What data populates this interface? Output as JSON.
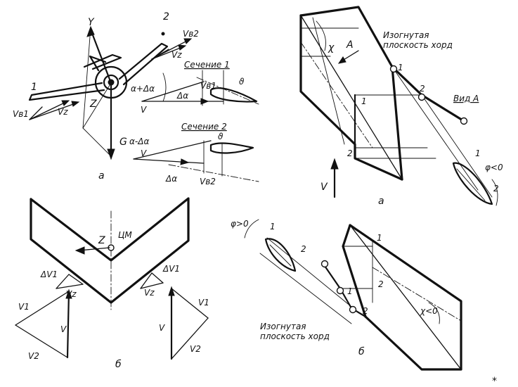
{
  "labels": {
    "y_axis": "Y",
    "z_axis": "Z",
    "g_force": "G",
    "wing_tip_1": "1",
    "wing_tip_2": "2",
    "v_b1": "Vв1",
    "v_b2": "Vв2",
    "v_z": "Vz",
    "v": "V",
    "section_1": "Сечение 1",
    "section_2": "Сечение 2",
    "alpha_plus": "α+Δα",
    "alpha_minus": "α-Δα",
    "delta_alpha": "Δα",
    "delta_angle": "ϑ",
    "fig_a": "а",
    "fig_b": "б",
    "cm": "ЦМ",
    "delta_v1": "ΔV1",
    "v1": "V1",
    "v2": "V2",
    "bent_plane": "Изогнутая\nплоскость хорд",
    "bent_plane_line1": "Изогнутая",
    "bent_plane_line2": "плоскость хорд",
    "view_a": "Вид А",
    "arrow_a": "A",
    "chi": "χ",
    "chi_neg": "χ<0",
    "phi_neg": "φ<0",
    "phi_pos": "φ>0",
    "star": "*"
  }
}
